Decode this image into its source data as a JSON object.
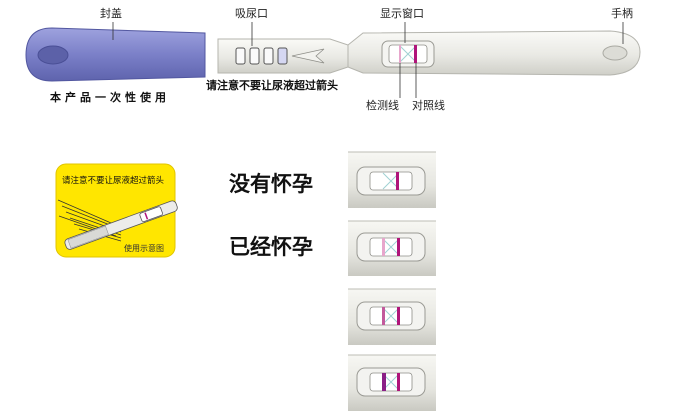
{
  "labels": {
    "cap": "封盖",
    "absorbent_tip": "吸尿口",
    "result_window": "显示窗口",
    "handle": "手柄",
    "test_line": "检测线",
    "control_line": "对照线"
  },
  "notes": {
    "disposable": "本产品一次性使用",
    "urine_warning": "请注意不要让尿液超过箭头"
  },
  "inset": {
    "title": "请注意不要让尿液超过箭头",
    "caption": "使用示意图"
  },
  "results": {
    "not_pregnant": "没有怀孕",
    "pregnant": "已经怀孕"
  },
  "colors": {
    "cap_blue": "#7b80c8",
    "body_white": "#eeeeea",
    "inset_yellow": "#ffe600",
    "line_pink": "#e7a6cc",
    "line_magenta": "#b0157a",
    "window_teal": "#9fd1d3"
  }
}
